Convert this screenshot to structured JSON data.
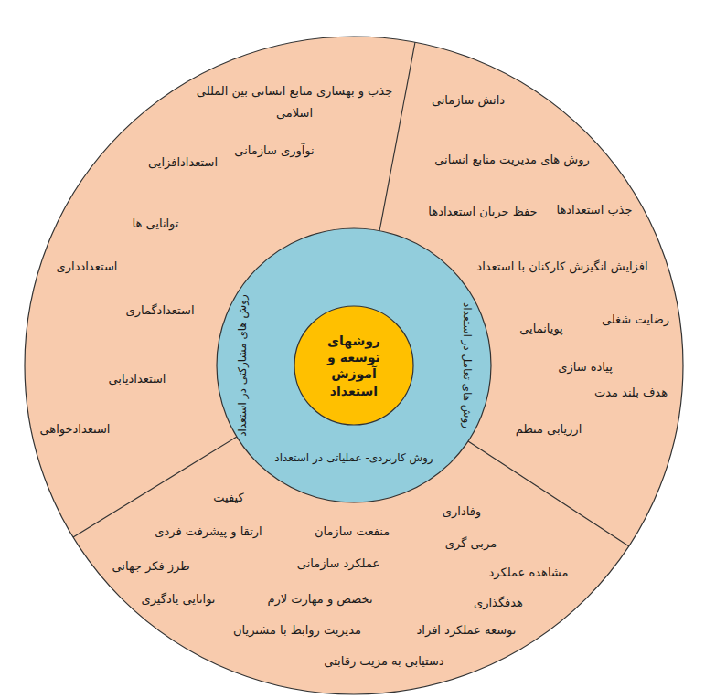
{
  "diagram": {
    "nodes": [
      {
        "text": [
          "جذب و بهسازی منابع انسانی بین المللی",
          "اسلامی",
          "نوآوری سازمانی",
          "استعدادافزایی",
          "توانایی ها",
          "استعدادداری",
          "استعدادگماری",
          "استعدادیابی",
          "استعدادخواهی"
        ]
      },
      {
        "text": [
          "دانش سازمانی",
          "روش های مدیریت منابع انسانی",
          "جذب استعدادها",
          "حفظ جریان استعدادها",
          "افزایش انگیزش کارکنان با استعداد",
          "رضایت شغلی",
          "پویانمایی",
          "پیاده سازی",
          "هدف بلند مدت",
          "ارزیابی منظم"
        ]
      },
      {
        "text": [
          "کیفیت",
          "وفاداری",
          "ارتقا و پیشرفت فردی",
          "منفعت سازمان",
          "مربی گری",
          "طرز فکر جهانی",
          "عملکرد سازمانی",
          "مشاهده عملکرد",
          "توانایی یادگیری",
          "تخصص و مهارت لازم",
          "هدفگذاری",
          "مدیریت روابط با مشتریان",
          "توسعه عملکرد افراد",
          "دستیابی به مزیت رقابتی"
        ]
      },
      {
        "text": [
          "روش های مشارکتی در استعداد"
        ]
      },
      {
        "text": [
          "روش های تعامل در استعداد"
        ]
      },
      {
        "text": [
          "روش کاربردی- عملیاتی در استعداد"
        ]
      },
      {
        "text": [
          "روشهای توسعه و آموزش استعداد"
        ]
      }
    ]
  }
}
